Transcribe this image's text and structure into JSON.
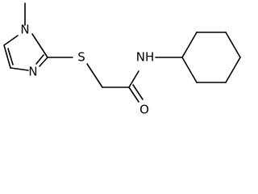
{
  "molecule": {
    "atoms": {
      "n_methyl": "N",
      "n_ring": "N",
      "sulfur": "S",
      "amide_nh": "NH",
      "carbonyl_o": "O"
    },
    "colors": {
      "bond": "#000000",
      "label": "#000000",
      "background": "#ffffff"
    }
  }
}
